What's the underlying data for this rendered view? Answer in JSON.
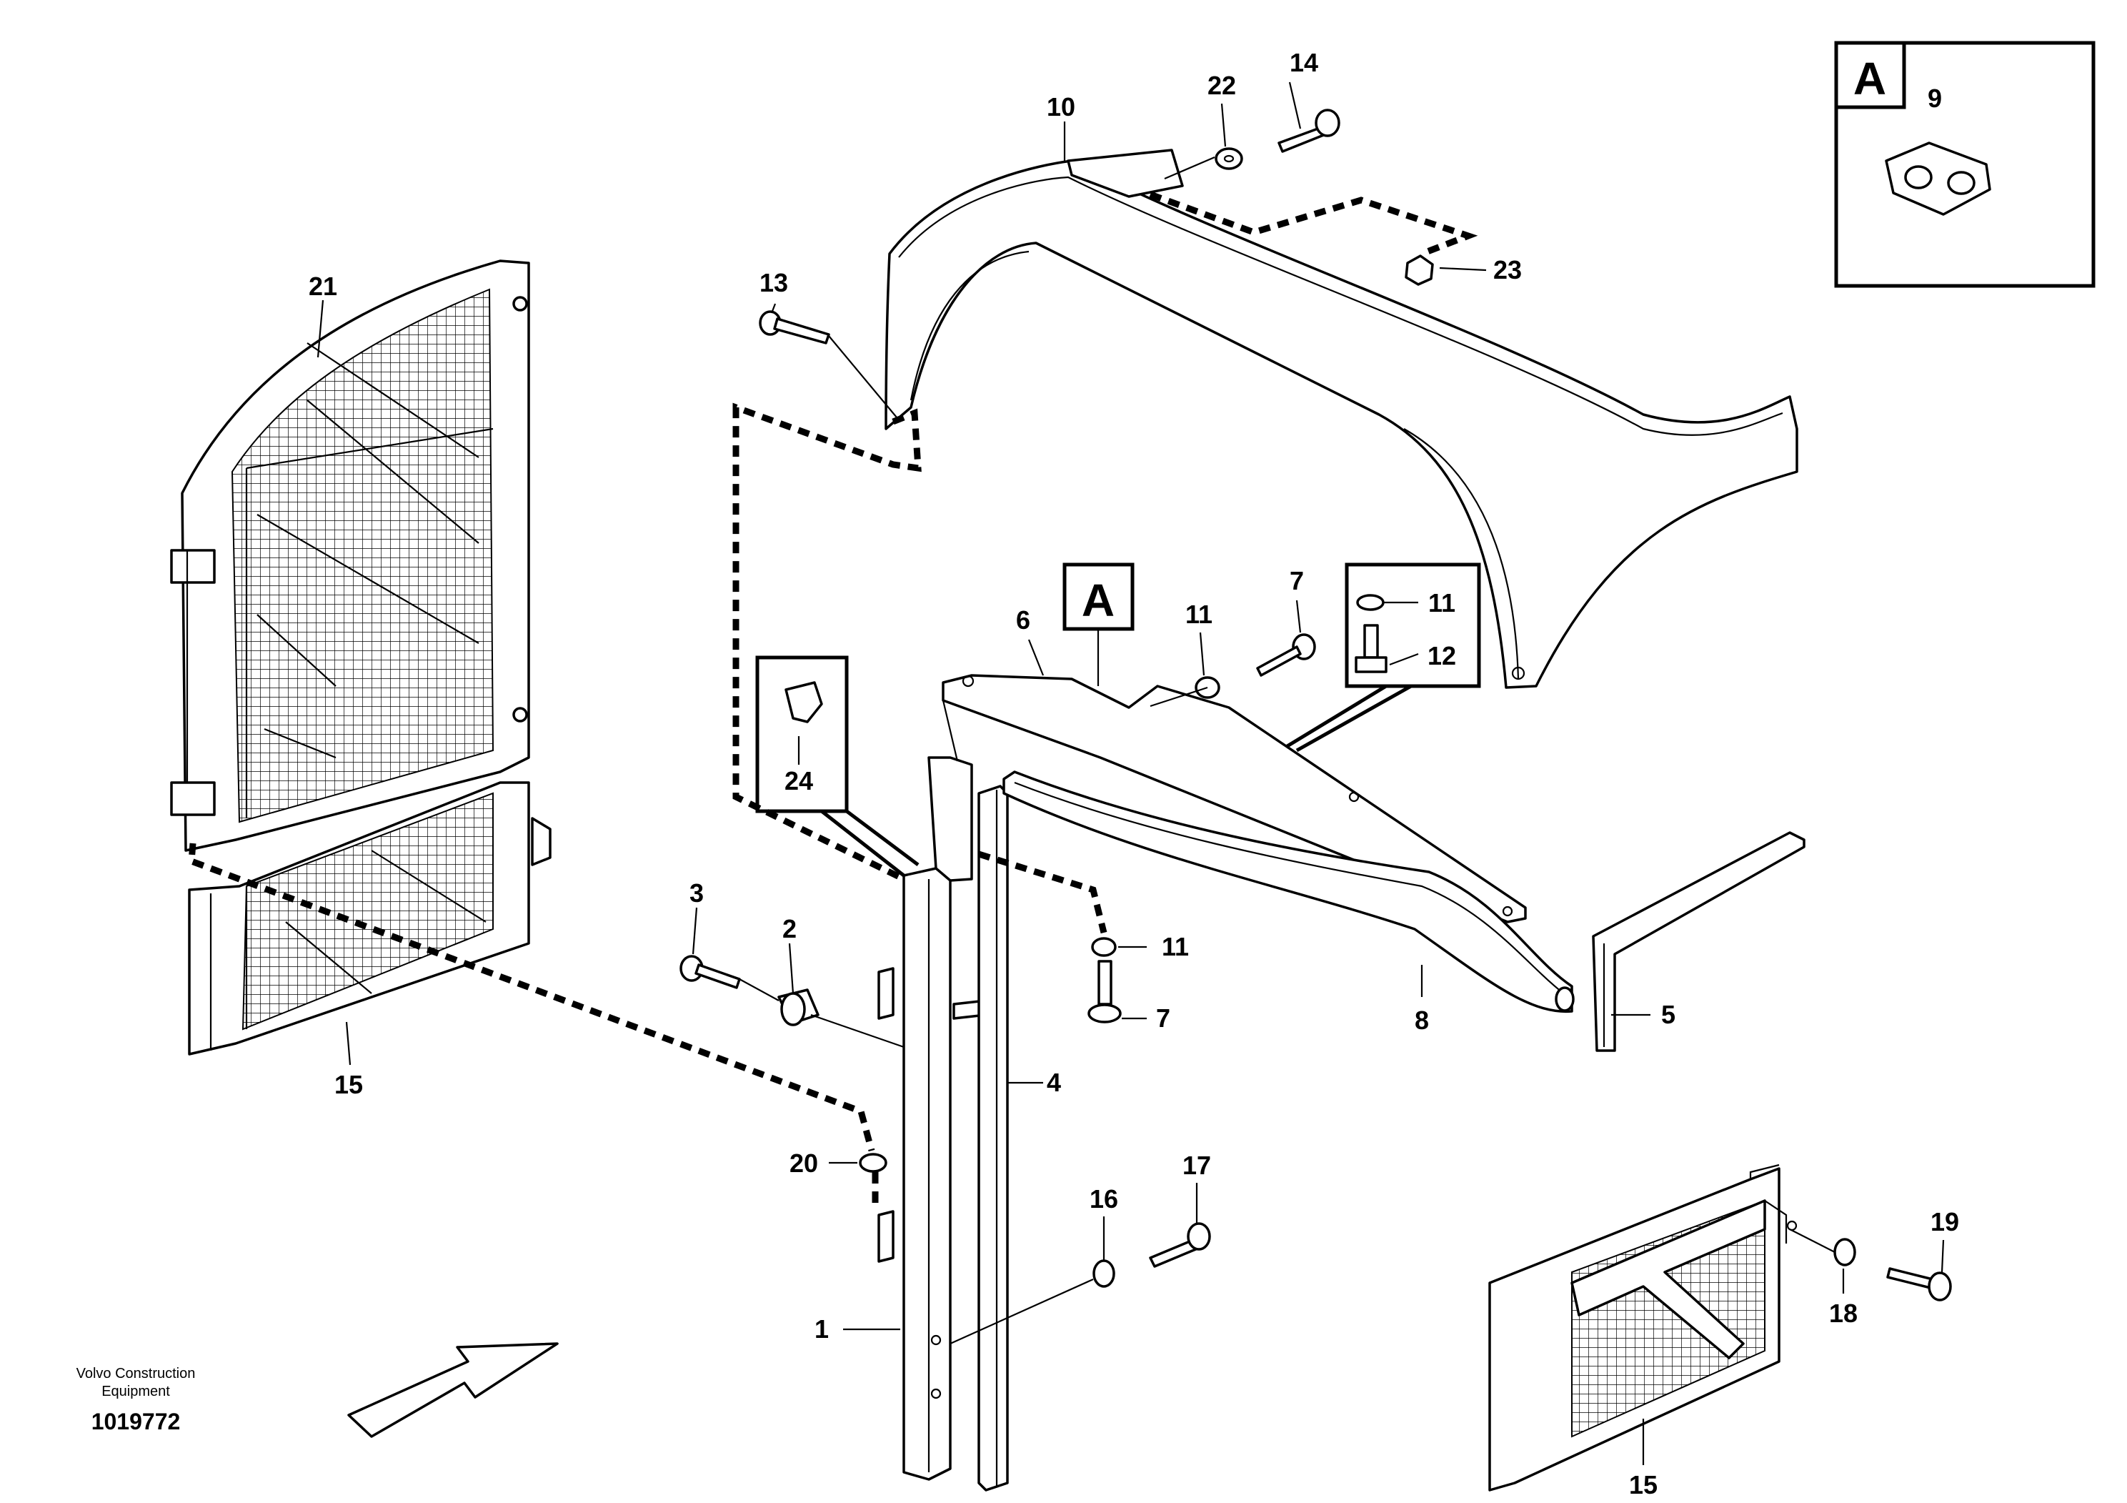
{
  "labels": {
    "l1": "1",
    "l2": "2",
    "l3": "3",
    "l4": "4",
    "l5": "5",
    "l6": "6",
    "l7a": "7",
    "l7b": "7",
    "l8": "8",
    "l9": "9",
    "l10": "10",
    "l11a": "11",
    "l11b": "11",
    "l11c": "11",
    "l12": "12",
    "l13": "13",
    "l14": "14",
    "l15a": "15",
    "l15b": "15",
    "l16": "16",
    "l17": "17",
    "l18": "18",
    "l19": "19",
    "l20": "20",
    "l21": "21",
    "l22": "22",
    "l23": "23",
    "l24": "24"
  },
  "detail_letter": "A",
  "detail_ref_letter": "A",
  "credit": {
    "line1": "Volvo Construction",
    "line2": "Equipment"
  },
  "document_number": "1019772"
}
